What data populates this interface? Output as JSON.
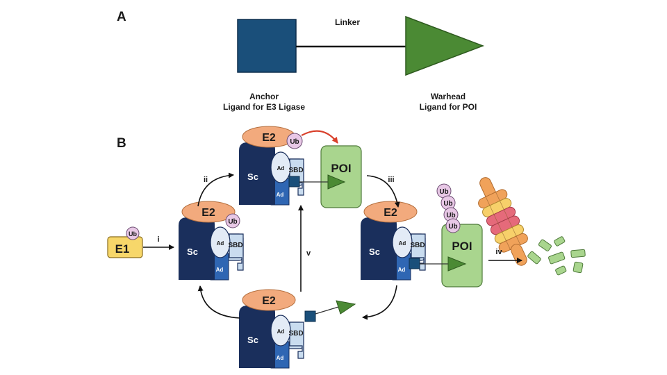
{
  "panel_a": {
    "letter": "A",
    "linker_label": "Linker",
    "anchor": {
      "line1": "Anchor",
      "line2": "Ligand for E3 Ligase"
    },
    "warhead": {
      "line1": "Warhead",
      "line2": "Ligand for POI"
    }
  },
  "panel_b": {
    "letter": "B",
    "steps": {
      "i": "i",
      "ii": "ii",
      "iii": "iii",
      "iv": "iv",
      "v": "v"
    },
    "complex": {
      "e2": "E2",
      "ub": "Ub",
      "sc": "Sc",
      "ad": "Ad",
      "sbd": "SBD"
    },
    "e1": "E1",
    "poi": "POI"
  },
  "colors": {
    "anchor_blue": "#1a4f7a",
    "warhead_green": "#4b8a34",
    "e2_orange": "#f2aa7d",
    "ub_pink": "#e8c8e6",
    "sc_navy": "#1a2f5c",
    "ad_blue": "#2f66b3",
    "sbd_lightblue": "#c9dcef",
    "poi_green": "#a9d58e",
    "e1_yellow": "#f7d76a",
    "transfer_arrow_red": "#d9412c"
  }
}
